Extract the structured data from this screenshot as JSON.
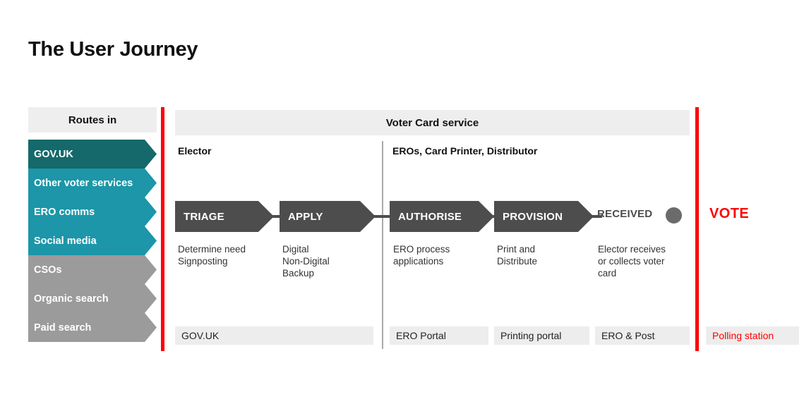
{
  "title": "The User Journey",
  "routes_panel": {
    "header": "Routes in",
    "items": [
      {
        "label": "GOV.UK",
        "color": "#15696b"
      },
      {
        "label": "Other voter services",
        "color": "#1c96a8"
      },
      {
        "label": "ERO comms",
        "color": "#1c96a8"
      },
      {
        "label": "Social media",
        "color": "#1c96a8"
      },
      {
        "label": "CSOs",
        "color": "#9b9b9b"
      },
      {
        "label": "Organic search",
        "color": "#9b9b9b"
      },
      {
        "label": "Paid search",
        "color": "#9b9b9b"
      }
    ]
  },
  "service_panel": {
    "header": "Voter Card service",
    "actors": [
      {
        "label": "Elector"
      },
      {
        "label": "EROs, Card Printer, Distributor"
      }
    ]
  },
  "steps": [
    {
      "label": "TRIAGE",
      "description": "Determine need\nSignposting",
      "style": "chevron"
    },
    {
      "label": "APPLY",
      "description": "Digital\nNon-Digital\nBackup",
      "style": "chevron"
    },
    {
      "label": "AUTHORISE",
      "description": "ERO process\napplications",
      "style": "chevron"
    },
    {
      "label": "PROVISION",
      "description": "Print and\nDistribute",
      "style": "chevron"
    },
    {
      "label": "RECEIVED",
      "description": "Elector receives\nor collects voter\ncard",
      "style": "plain-with-dot"
    }
  ],
  "vote": {
    "label": "VOTE"
  },
  "channels": [
    {
      "label": "GOV.UK",
      "red": false
    },
    {
      "label": "ERO Portal",
      "red": false
    },
    {
      "label": "Printing portal",
      "red": false
    },
    {
      "label": "ERO & Post",
      "red": false
    },
    {
      "label": "Polling station",
      "red": true
    }
  ],
  "colors": {
    "rail_red": "#ff0000",
    "chevron_gray": "#4d4d4d",
    "panel_gray": "#eeeeee",
    "teal_dark": "#15696b",
    "teal": "#1c96a8",
    "gray": "#9b9b9b"
  }
}
